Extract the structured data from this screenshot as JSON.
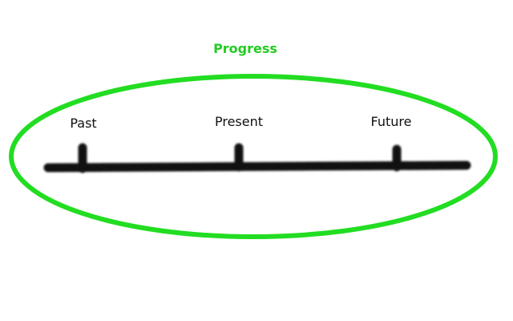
{
  "diagram": {
    "title": "Progress",
    "labels": {
      "past": "Past",
      "present": "Present",
      "future": "Future"
    }
  },
  "colors": {
    "ellipse": "#22dd22",
    "title": "#22cc22",
    "timeline": "#111111"
  }
}
